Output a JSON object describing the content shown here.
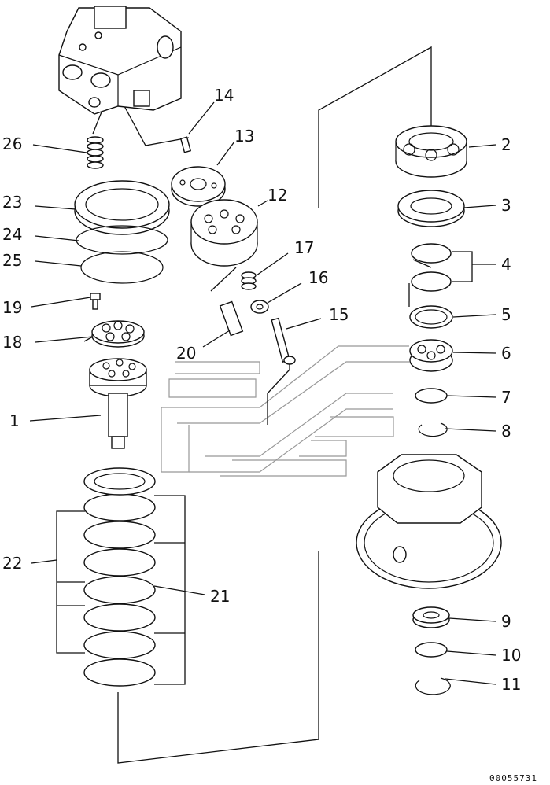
{
  "diagram": {
    "drawing_code": "00055731",
    "callouts": [
      {
        "id": "c1",
        "number": "1"
      },
      {
        "id": "c2",
        "number": "2"
      },
      {
        "id": "c3",
        "number": "3"
      },
      {
        "id": "c4",
        "number": "4"
      },
      {
        "id": "c5",
        "number": "5"
      },
      {
        "id": "c6",
        "number": "6"
      },
      {
        "id": "c7",
        "number": "7"
      },
      {
        "id": "c8",
        "number": "8"
      },
      {
        "id": "c9",
        "number": "9"
      },
      {
        "id": "c10",
        "number": "10"
      },
      {
        "id": "c11",
        "number": "11"
      },
      {
        "id": "c12",
        "number": "12"
      },
      {
        "id": "c13",
        "number": "13"
      },
      {
        "id": "c14",
        "number": "14"
      },
      {
        "id": "c15",
        "number": "15"
      },
      {
        "id": "c16",
        "number": "16"
      },
      {
        "id": "c17",
        "number": "17"
      },
      {
        "id": "c18",
        "number": "18"
      },
      {
        "id": "c19",
        "number": "19"
      },
      {
        "id": "c20",
        "number": "20"
      },
      {
        "id": "c21",
        "number": "21"
      },
      {
        "id": "c22",
        "number": "22"
      },
      {
        "id": "c23",
        "number": "23"
      },
      {
        "id": "c24",
        "number": "24"
      },
      {
        "id": "c25",
        "number": "25"
      },
      {
        "id": "c26",
        "number": "26"
      }
    ]
  }
}
